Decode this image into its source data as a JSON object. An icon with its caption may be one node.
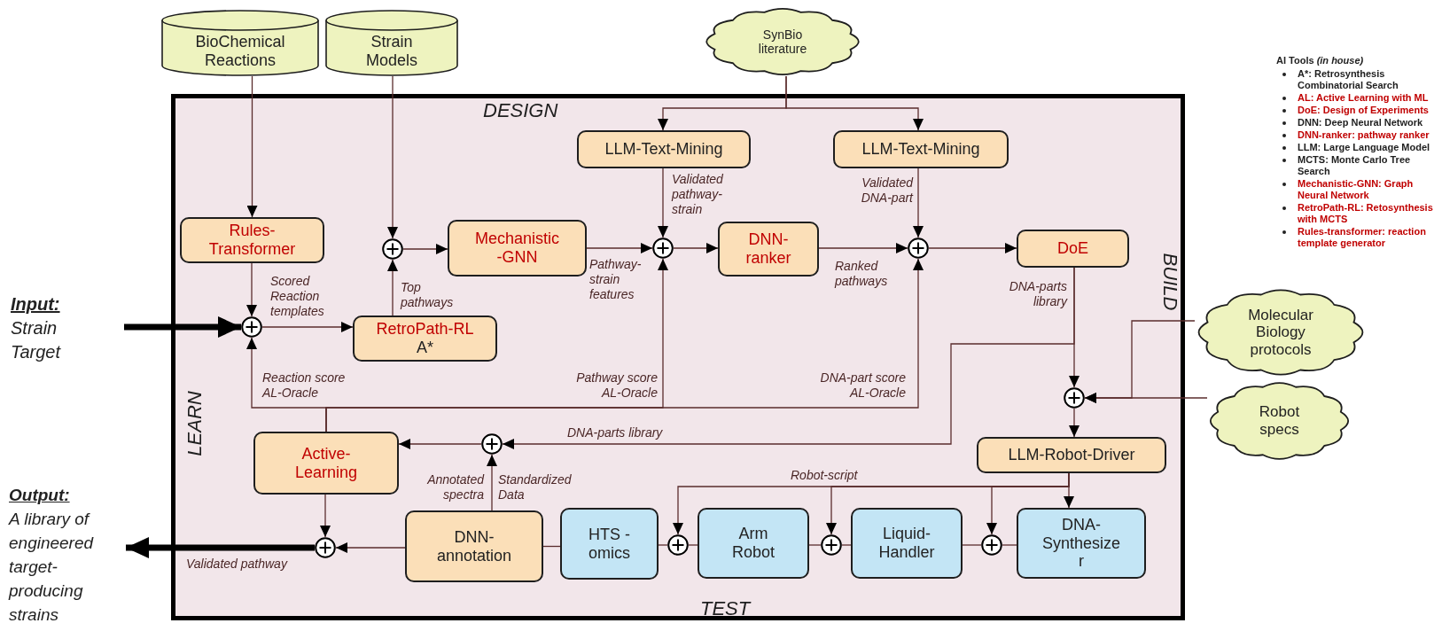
{
  "diagram": {
    "nodes": [
      {
        "text": [
          "BioChemical Reactions"
        ]
      },
      {
        "text": [
          "Strain Models"
        ]
      },
      {
        "text": [
          "SynBio literature"
        ]
      },
      {
        "text": [
          "LLM-Text-Mining"
        ]
      },
      {
        "text": [
          "LLM-Text-Mining"
        ]
      },
      {
        "text": [
          "Rules-Transformer"
        ]
      },
      {
        "text": [],
        "shape": "circle"
      },
      {
        "text": [
          "Mechanistic -GNN"
        ]
      },
      {
        "text": [],
        "shape": "circle"
      },
      {
        "text": [
          "DNN-ranker"
        ]
      },
      {
        "text": [],
        "shape": "circle"
      },
      {
        "text": [
          "DoE"
        ]
      },
      {
        "text": [
          "Input:",
          "Strain Target"
        ]
      },
      {
        "text": [],
        "shape": "circle"
      },
      {
        "text": [
          "RetroPath-RL",
          "A*"
        ]
      },
      {
        "text": [
          "Molecular Biology protocols"
        ]
      },
      {
        "text": [],
        "shape": "circle"
      },
      {
        "text": [
          "Robot specs"
        ]
      },
      {
        "text": [
          "Active-Learning"
        ]
      },
      {
        "text": [],
        "shape": "circle"
      },
      {
        "text": [
          "LLM-Robot-Driver"
        ]
      },
      {
        "text": [
          "Output:",
          "A library of engineered target-producing strains"
        ]
      },
      {
        "text": [],
        "shape": "circle"
      },
      {
        "text": [
          "DNN-annotation"
        ]
      },
      {
        "text": [
          "HTS -omics"
        ]
      },
      {
        "text": [],
        "shape": "circle"
      },
      {
        "text": [
          "Arm Robot"
        ]
      },
      {
        "text": [],
        "shape": "circle"
      },
      {
        "text": [
          "Liquid-Handler"
        ]
      },
      {
        "text": [],
        "shape": "circle"
      },
      {
        "text": [
          "DNA-Synthesize r"
        ]
      }
    ],
    "edges": [
      {
        "from": 0,
        "to": 5,
        "arrow": "to"
      },
      {
        "from": 1,
        "to": 6,
        "arrow": "to"
      },
      {
        "from": 2,
        "to": 3,
        "arrow": "to"
      },
      {
        "from": 2,
        "to": 4,
        "arrow": "to"
      },
      {
        "from": 5,
        "to": 13,
        "arrow": "to",
        "label": "Scored Reaction templates"
      },
      {
        "from": 12,
        "to": 13,
        "arrow": "to",
        "style": "thick",
        "color": "#000000"
      },
      {
        "from": 13,
        "to": 14,
        "arrow": "to"
      },
      {
        "from": 14,
        "to": 6,
        "arrow": "to",
        "label": "Top pathways"
      },
      {
        "from": 6,
        "to": 7,
        "arrow": "to"
      },
      {
        "from": 7,
        "to": 8,
        "arrow": "to",
        "label": "Pathway-strain features"
      },
      {
        "from": 3,
        "to": 8,
        "arrow": "to",
        "label": "Validated pathway-strain"
      },
      {
        "from": 8,
        "to": 9,
        "arrow": "to"
      },
      {
        "from": 9,
        "to": 10,
        "arrow": "to",
        "label": "Ranked pathways"
      },
      {
        "from": 4,
        "to": 10,
        "arrow": "to",
        "label": "Validated DNA-part"
      },
      {
        "from": 10,
        "to": 11,
        "arrow": "to"
      },
      {
        "from": 18,
        "to": 13,
        "arrow": "to",
        "label": "Reaction score AL-Oracle"
      },
      {
        "from": 18,
        "to": 8,
        "arrow": "to",
        "label": "Pathway score AL-Oracle"
      },
      {
        "from": 18,
        "to": 10,
        "arrow": "to",
        "label": "DNA-part score AL-Oracle"
      },
      {
        "from": 11,
        "to": 16,
        "arrow": "to",
        "label": "DNA-parts library"
      },
      {
        "from": 11,
        "to": 19,
        "arrow": "to",
        "label": "DNA-parts library"
      },
      {
        "from": 15,
        "to": 16,
        "arrow": "to"
      },
      {
        "from": 17,
        "to": 16,
        "arrow": "to"
      },
      {
        "from": 16,
        "to": 20,
        "arrow": "to"
      },
      {
        "from": 20,
        "to": 25,
        "arrow": "to"
      },
      {
        "from": 20,
        "to": 27,
        "arrow": "to",
        "label": "Robot-script"
      },
      {
        "from": 20,
        "to": 29,
        "arrow": "to"
      },
      {
        "from": 20,
        "to": 30,
        "arrow": "to"
      },
      {
        "from": 23,
        "to": 24,
        "arrow": "none"
      },
      {
        "from": 24,
        "to": 25,
        "arrow": "none"
      },
      {
        "from": 25,
        "to": 26,
        "arrow": "none"
      },
      {
        "from": 26,
        "to": 27,
        "arrow": "none"
      },
      {
        "from": 27,
        "to": 28,
        "arrow": "none"
      },
      {
        "from": 28,
        "to": 29,
        "arrow": "none"
      },
      {
        "from": 29,
        "to": 30,
        "arrow": "none"
      },
      {
        "from": 23,
        "to": 19,
        "arrow": "to",
        "label": "Standardized Data"
      },
      {
        "from": 19,
        "to": 18,
        "arrow": "to"
      },
      {
        "from": 18,
        "to": 22,
        "arrow": "to"
      },
      {
        "from": 23,
        "to": 22,
        "arrow": "to"
      },
      {
        "from": 22,
        "to": 21,
        "arrow": "to",
        "style": "thick",
        "color": "#000000",
        "label": "Validated pathway"
      }
    ],
    "labels": [
      "DESIGN",
      "BUILD",
      "TEST",
      "LEARN",
      "Annotated spectra",
      "AI Tools *(in house)*",
      "A*: Retrosynthesis Combinatorial Search",
      "AL: Active Learning with ML",
      "DoE: Design of Experiments",
      "DNN: Deep Neural Network",
      "DNN-ranker: pathway ranker",
      "LLM: Large Language Model",
      "MCTS: Monte Carlo Tree Search",
      "Mechanistic-GNN: Graph Neural Network",
      "RetroPath-RL: Retosynthesis with MCTS",
      "Rules-transformer: reaction template generator"
    ]
  }
}
